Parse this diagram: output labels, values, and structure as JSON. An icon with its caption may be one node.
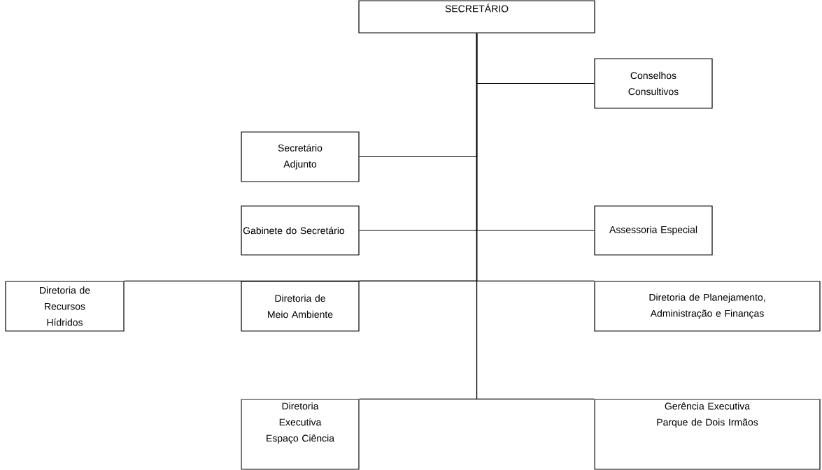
{
  "diagram": {
    "nodes": [
      {
        "text": [
          "SECRETÁRIO"
        ]
      },
      {
        "text": [
          "Conselhos Consultivos"
        ]
      },
      {
        "text": [
          "Secretário Adjunto"
        ]
      },
      {
        "text": [
          "Gabinete do Secretário"
        ]
      },
      {
        "text": [
          "Assessoria Especial"
        ]
      },
      {
        "text": [
          "Diretoria de Recursos Hídridos"
        ]
      },
      {
        "text": [
          "Diretoria de Meio Ambiente"
        ]
      },
      {
        "text": [
          "Diretoria de Planejamento, Administração e Finanças"
        ]
      },
      {
        "text": [
          "Diretoria Executiva Espaço Ciência"
        ]
      },
      {
        "text": [
          "Gerência Executiva Parque de Dois Irmãos"
        ]
      }
    ],
    "edges": [
      {
        "from": 0,
        "to": 1,
        "arrow": "none"
      },
      {
        "from": 0,
        "to": 2,
        "arrow": "none"
      },
      {
        "from": 0,
        "to": 3,
        "arrow": "none"
      },
      {
        "from": 0,
        "to": 4,
        "arrow": "none"
      },
      {
        "from": 0,
        "to": 5,
        "arrow": "none"
      },
      {
        "from": 0,
        "to": 6,
        "arrow": "none"
      },
      {
        "from": 0,
        "to": 7,
        "arrow": "none"
      },
      {
        "from": 0,
        "to": 8,
        "arrow": "none"
      },
      {
        "from": 0,
        "to": 9,
        "arrow": "none"
      }
    ]
  }
}
